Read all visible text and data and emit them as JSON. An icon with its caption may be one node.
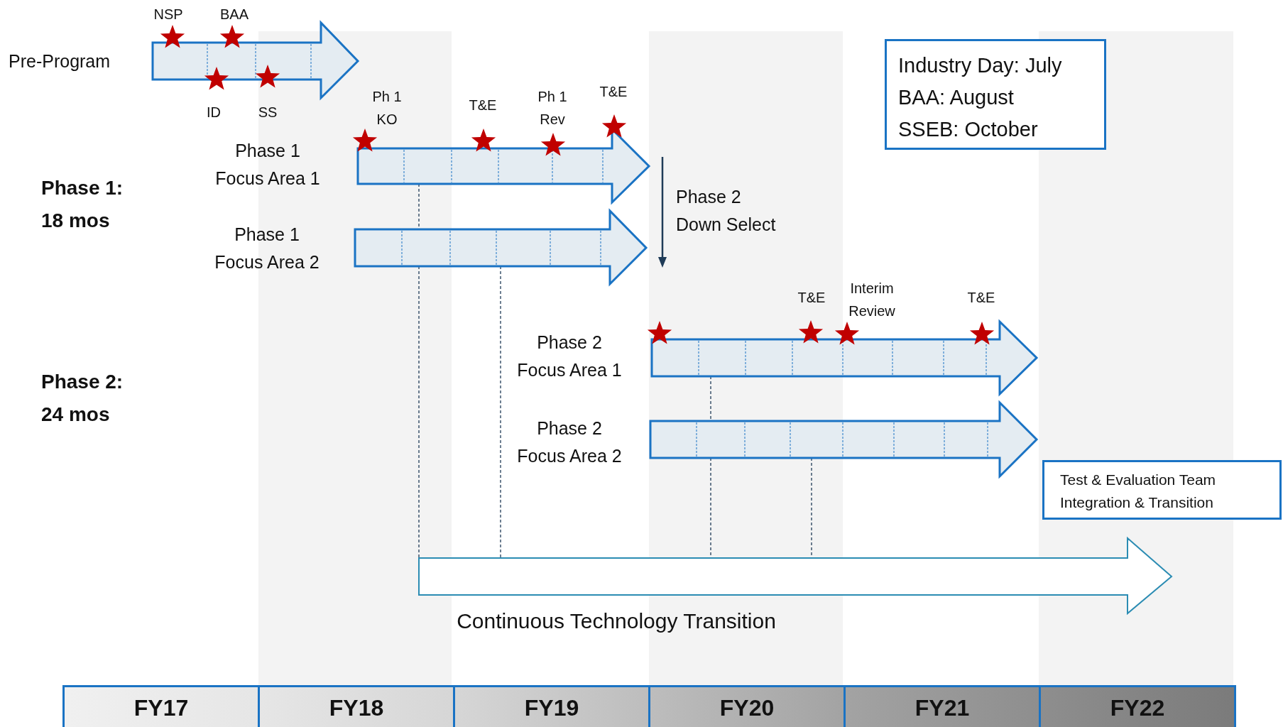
{
  "diagram": {
    "nodes": [
      {
        "text": [
          "Pre-Program"
        ],
        "beside": [
          "NSP",
          "BAA",
          "ID",
          "SS"
        ]
      },
      {
        "text": [
          "Industry Day: July",
          "BAA: August",
          "SSEB: October"
        ]
      },
      {
        "text": [
          "Phase 1 Focus Area 1"
        ],
        "beside": [
          "Ph 1 KO",
          "T&E",
          "Ph 1 Rev",
          "T&E"
        ]
      },
      {
        "text": [
          "Phase 1 Focus Area 2"
        ]
      },
      {
        "text": [
          "Phase 2 Focus Area 1"
        ],
        "beside": [
          "T&E",
          "Interim Review",
          "T&E"
        ]
      },
      {
        "text": [
          "Phase 2 Focus Area 2"
        ]
      },
      {
        "text": [
          "Test & Evaluation Team Integration & Transition"
        ]
      },
      {
        "text": [
          "Continuous Technology Transition"
        ]
      },
      {
        "text": [
          "FY17"
        ]
      },
      {
        "text": [
          "FY18"
        ]
      },
      {
        "text": [
          "FY19"
        ]
      },
      {
        "text": [
          "FY20"
        ]
      },
      {
        "text": [
          "FY21"
        ]
      },
      {
        "text": [
          "FY22"
        ]
      }
    ],
    "edges": [
      {
        "from": 2,
        "to": 3,
        "arrow": "none",
        "style": "dashed"
      },
      {
        "from": 3,
        "to": 7,
        "arrow": "none",
        "style": "dashed"
      },
      {
        "from": 3,
        "to": 7,
        "arrow": "none",
        "style": "dashed"
      },
      {
        "from": 4,
        "to": 5,
        "arrow": "none",
        "style": "dashed"
      },
      {
        "from": 5,
        "to": 7,
        "arrow": "none",
        "style": "dashed"
      },
      {
        "from": 5,
        "to": 7,
        "arrow": "none",
        "style": "dashed"
      }
    ],
    "labels": [
      "Phase 1: 18 mos",
      "Phase 2 Down Select",
      "Phase 2: 24 mos"
    ]
  }
}
